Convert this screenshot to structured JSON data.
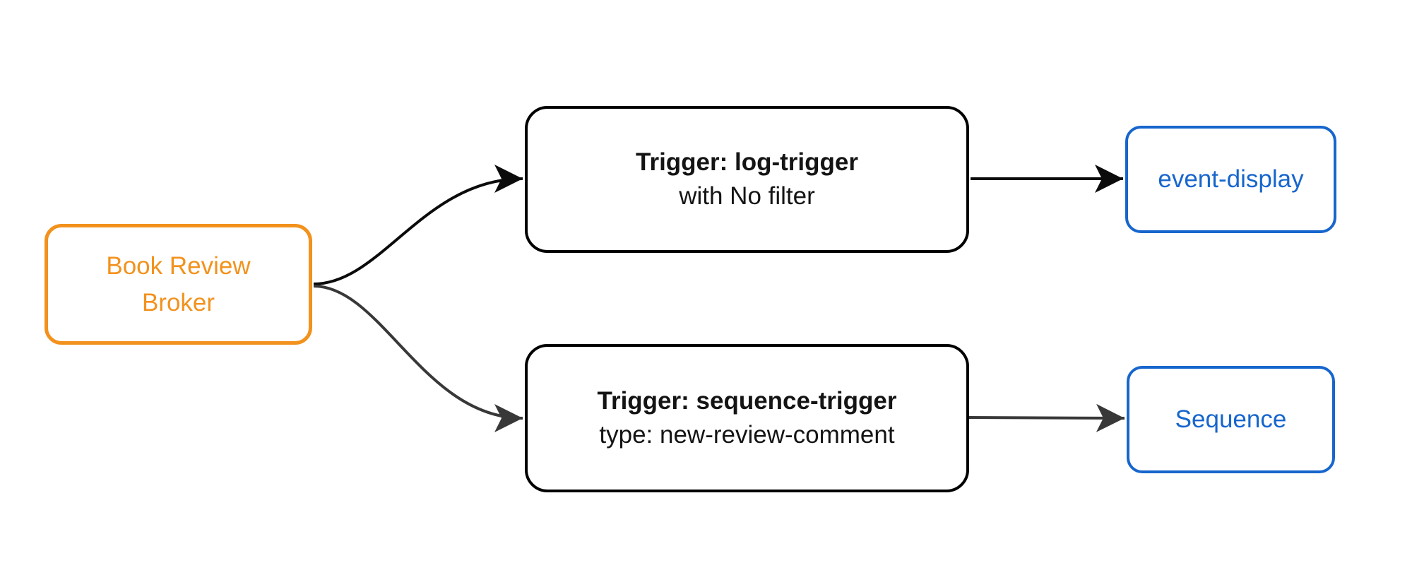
{
  "colors": {
    "orange": "#F2921D",
    "blue": "#1766CD",
    "ink": "#141414",
    "edge_black": "#0B0B0B",
    "edge_gray": "#383838",
    "node_bg": "#FFFFFF"
  },
  "nodes": {
    "broker": {
      "line1": "Book Review",
      "line2": "Broker"
    },
    "trigger_log": {
      "title": "Trigger: log-trigger",
      "subtitle": "with No filter"
    },
    "trigger_sequence": {
      "title": "Trigger: sequence-trigger",
      "subtitle": "type: new-review-comment"
    },
    "sink_event_display": {
      "label": "event-display"
    },
    "sink_sequence": {
      "label": "Sequence"
    }
  }
}
